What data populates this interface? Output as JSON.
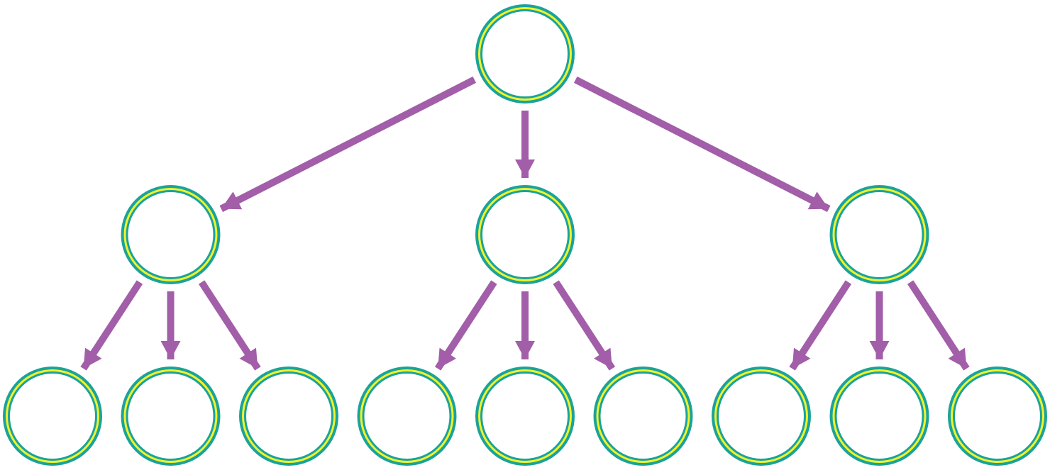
{
  "colors": {
    "background": "#ffffff",
    "node_outer_ring": "#1aa39a",
    "node_inner_ring": "#f2f22a",
    "node_fill": "#ffffff",
    "edge": "#a25ea8"
  },
  "tree": {
    "branching_factor": 3,
    "depth": 3,
    "levels": [
      {
        "level": 0,
        "node_count": 1
      },
      {
        "level": 1,
        "node_count": 3
      },
      {
        "level": 2,
        "node_count": 9
      }
    ],
    "nodes": [
      {
        "id": "root",
        "level": 0,
        "parent": null,
        "label": ""
      },
      {
        "id": "n1",
        "level": 1,
        "parent": "root",
        "label": ""
      },
      {
        "id": "n2",
        "level": 1,
        "parent": "root",
        "label": ""
      },
      {
        "id": "n3",
        "level": 1,
        "parent": "root",
        "label": ""
      },
      {
        "id": "n1a",
        "level": 2,
        "parent": "n1",
        "label": ""
      },
      {
        "id": "n1b",
        "level": 2,
        "parent": "n1",
        "label": ""
      },
      {
        "id": "n1c",
        "level": 2,
        "parent": "n1",
        "label": ""
      },
      {
        "id": "n2a",
        "level": 2,
        "parent": "n2",
        "label": ""
      },
      {
        "id": "n2b",
        "level": 2,
        "parent": "n2",
        "label": ""
      },
      {
        "id": "n2c",
        "level": 2,
        "parent": "n2",
        "label": ""
      },
      {
        "id": "n3a",
        "level": 2,
        "parent": "n3",
        "label": ""
      },
      {
        "id": "n3b",
        "level": 2,
        "parent": "n3",
        "label": ""
      },
      {
        "id": "n3c",
        "level": 2,
        "parent": "n3",
        "label": ""
      }
    ],
    "edges": [
      {
        "from": "root",
        "to": "n1"
      },
      {
        "from": "root",
        "to": "n2"
      },
      {
        "from": "root",
        "to": "n3"
      },
      {
        "from": "n1",
        "to": "n1a"
      },
      {
        "from": "n1",
        "to": "n1b"
      },
      {
        "from": "n1",
        "to": "n1c"
      },
      {
        "from": "n2",
        "to": "n2a"
      },
      {
        "from": "n2",
        "to": "n2b"
      },
      {
        "from": "n2",
        "to": "n2c"
      },
      {
        "from": "n3",
        "to": "n3a"
      },
      {
        "from": "n3",
        "to": "n3b"
      },
      {
        "from": "n3",
        "to": "n3c"
      }
    ]
  }
}
